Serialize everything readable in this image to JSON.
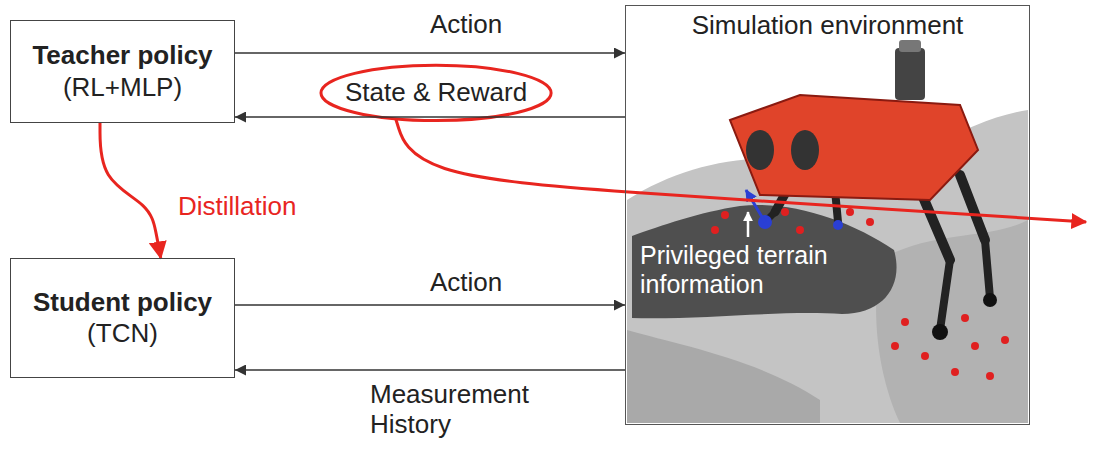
{
  "diagram": {
    "nodes": [
      {
        "text": [
          "Teacher policy",
          "(RL+MLP)"
        ]
      },
      {
        "text": [
          "Simulation environment"
        ]
      },
      {
        "text": [
          "Student policy",
          "(TCN)"
        ]
      }
    ],
    "edges": [
      {
        "from": 0,
        "to": 1,
        "arrow": "to",
        "label": "Action"
      },
      {
        "from": 1,
        "to": 0,
        "arrow": "to",
        "label": "State & Reward"
      },
      {
        "from": 0,
        "to": 2,
        "arrow": "to",
        "label": "Distillation"
      },
      {
        "from": 2,
        "to": 1,
        "arrow": "to",
        "label": "Action"
      },
      {
        "from": 1,
        "to": 2,
        "arrow": "to",
        "label": "Measurement History"
      }
    ],
    "labels": [
      "Privileged terrain information"
    ]
  }
}
